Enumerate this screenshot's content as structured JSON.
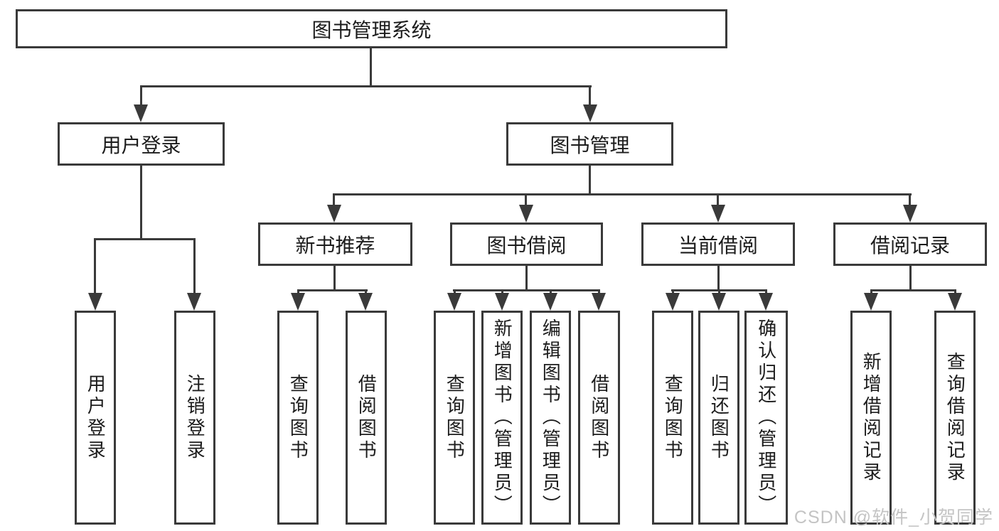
{
  "tree": {
    "root_label": "图书管理系统",
    "branches": [
      {
        "label": "用户登录",
        "children": [
          "用户登录",
          "注销登录"
        ]
      },
      {
        "label": "图书管理",
        "groups": [
          {
            "label": "新书推荐",
            "children": [
              "查询图书",
              "借阅图书"
            ]
          },
          {
            "label": "图书借阅",
            "children": [
              "查询图书",
              "新增图书（管理员）",
              "编辑图书（管理员）",
              "借阅图书"
            ]
          },
          {
            "label": "当前借阅",
            "children": [
              "查询图书",
              "归还图书",
              "确认归还（管理员）"
            ]
          },
          {
            "label": "借阅记录",
            "children": [
              "新增借阅记录",
              "查询借阅记录"
            ]
          }
        ]
      }
    ]
  },
  "watermark": "CSDN @软件_小贺同学",
  "colors": {
    "line": "#3a3a3a",
    "text": "#1c1c1c",
    "box_background": "#ffffff",
    "watermark": "#c4c4c4",
    "background": "#ffffff"
  }
}
